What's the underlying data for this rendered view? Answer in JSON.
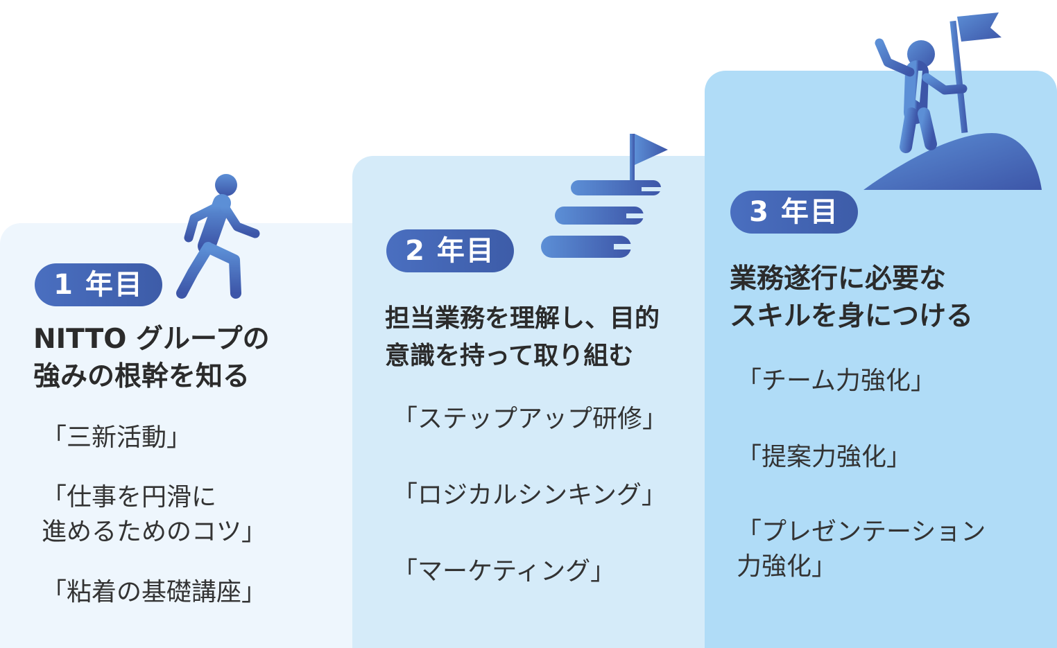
{
  "steps": [
    {
      "badge": "1 年目",
      "heading": "NITTO グループの\n強みの根幹を知る",
      "items": [
        "「三新活動」",
        "「仕事を円滑に\n進めるためのコツ」",
        "「粘着の基礎講座」"
      ],
      "icon": "walking-person-icon"
    },
    {
      "badge": "2 年目",
      "heading": "担当業務を理解し、目的\n意識を持って取り組む",
      "items": [
        "「ステップアップ研修」",
        "「ロジカルシンキング」",
        "「マーケティング」"
      ],
      "icon": "stairs-flag-icon"
    },
    {
      "badge": "3 年目",
      "heading": "業務遂行に必要な\nスキルを身につける",
      "items": [
        "「チーム力強化」",
        "「提案力強化」",
        "「プレゼンテーション\n力強化」"
      ],
      "icon": "summit-flag-person-icon"
    }
  ],
  "colors": {
    "step1_bg": "#eef6fd",
    "step2_bg": "#d5ebf9",
    "step3_bg": "#b0dcf7",
    "badge": "#4a6fc0",
    "icon_gradient_start": "#5c8fd6",
    "icon_gradient_end": "#3d56a8"
  }
}
